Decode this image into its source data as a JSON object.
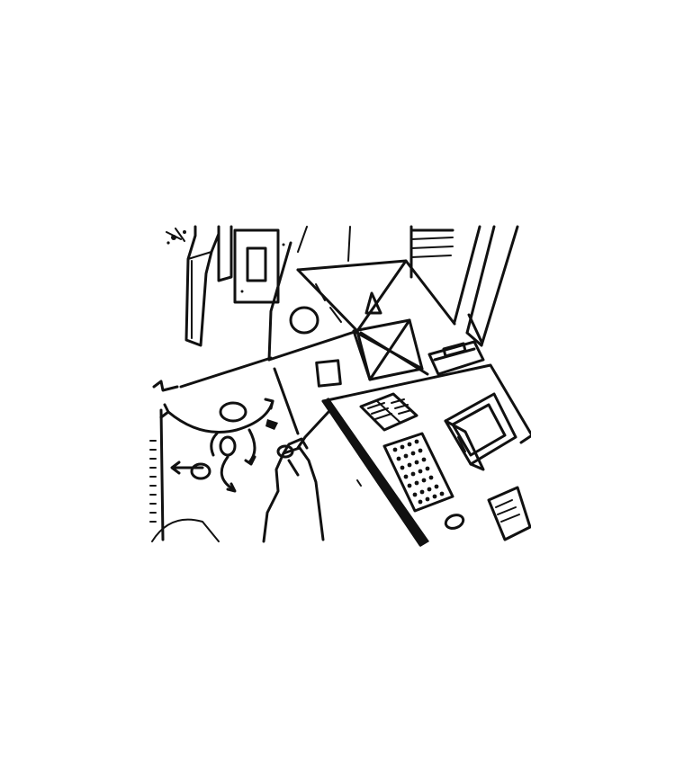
{
  "scene": {
    "ink_color": "#111111",
    "paper_color": "#ffffff",
    "shapes_on_floor": [
      "circle",
      "triangle",
      "square"
    ],
    "desk_items": [
      "open-book",
      "keyboard",
      "laptop",
      "mouse",
      "phone",
      "printer"
    ]
  }
}
